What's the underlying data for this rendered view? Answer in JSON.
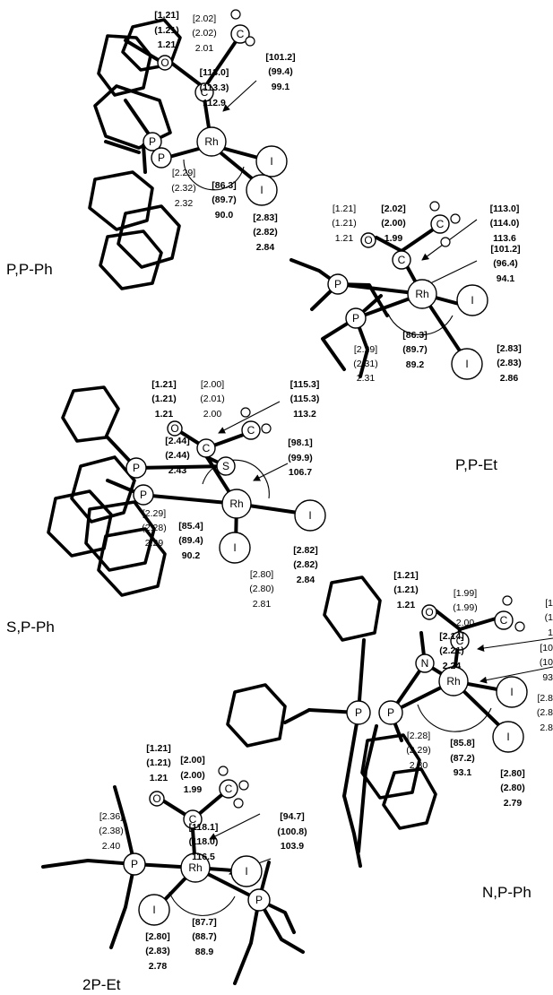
{
  "complexes": {
    "ppph": {
      "name": "P,P-Ph",
      "atoms": {
        "o": "O",
        "c1": "C",
        "c2": "C",
        "rh": "Rh",
        "p1": "P",
        "p2": "P",
        "i1": "I",
        "i2": "I"
      },
      "v": {
        "co": [
          "[1.21]",
          "(1.21)",
          "1.21"
        ],
        "cc": [
          "[2.02]",
          "(2.02)",
          "2.01"
        ],
        "ang1": [
          "[113.0]",
          "(113.3)",
          "112.9"
        ],
        "ang2": [
          "[101.2]",
          "(99.4)",
          "99.1"
        ],
        "rhp": [
          "[2.29]",
          "(2.32)",
          "2.32"
        ],
        "pang": [
          "[86.3]",
          "(89.7)",
          "90.0"
        ],
        "rhi": [
          "[2.83]",
          "(2.82)",
          "2.84"
        ]
      }
    },
    "ppet": {
      "name": "P,P-Et",
      "atoms": {
        "o": "O",
        "c1": "C",
        "c2": "C",
        "rh": "Rh",
        "p1": "P",
        "p2": "P",
        "i1": "I",
        "i2": "I"
      },
      "v": {
        "co": [
          "[1.21]",
          "(1.21)",
          "1.21"
        ],
        "cc": [
          "[2.02]",
          "(2.00)",
          "1.99"
        ],
        "ang1": [
          "[113.0]",
          "(114.0)",
          "113.6"
        ],
        "ang2": [
          "[101.2]",
          "(96.4)",
          "94.1"
        ],
        "rhp": [
          "[2.29]",
          "(2.31)",
          "2.31"
        ],
        "pang": [
          "[86.3]",
          "(89.7)",
          "89.2"
        ],
        "rhi": [
          "[2.83]",
          "(2.83)",
          "2.86"
        ]
      }
    },
    "spph": {
      "name": "S,P-Ph",
      "atoms": {
        "o": "O",
        "c1": "C",
        "c2": "C",
        "rh": "Rh",
        "p1": "P",
        "p2": "P",
        "s": "S",
        "i1": "I",
        "i2": "I"
      },
      "v": {
        "co": [
          "[1.21]",
          "(1.21)",
          "1.21"
        ],
        "cc": [
          "[2.00]",
          "(2.01)",
          "2.00"
        ],
        "ang1": [
          "[115.3]",
          "(115.3)",
          "113.2"
        ],
        "rhs": [
          "[2.44]",
          "(2.44)",
          "2.43"
        ],
        "ang2": [
          "[98.1]",
          "(99.9)",
          "106.7"
        ],
        "rhp": [
          "[2.29]",
          "(2.28)",
          "2.29"
        ],
        "pang": [
          "[85.4]",
          "(89.4)",
          "90.2"
        ],
        "rhi1": [
          "[2.80]",
          "(2.80)",
          "2.81"
        ],
        "rhi2": [
          "[2.82]",
          "(2.82)",
          "2.84"
        ]
      }
    },
    "npph": {
      "name": "N,P-Ph",
      "atoms": {
        "o": "O",
        "c1": "C",
        "c2": "C",
        "rh": "Rh",
        "p1": "P",
        "p2": "P",
        "n": "N",
        "i1": "I",
        "i2": "I"
      },
      "v": {
        "co": [
          "[1.21]",
          "(1.21)",
          "1.21"
        ],
        "cc": [
          "[1.99]",
          "(1.99)",
          "2.00"
        ],
        "ang1": [
          "[1",
          "(1",
          "1"
        ],
        "rhn": [
          "[2.14]",
          "(2.21)",
          "2.24"
        ],
        "ang2": [
          "[10",
          "(10",
          "93"
        ],
        "rhi1": [
          "[2.8",
          "(2.8",
          "2.8"
        ],
        "rhp": [
          "[2.28]",
          "(2.29)",
          "2.30"
        ],
        "pang": [
          "[85.8]",
          "(87.2)",
          "93.1"
        ],
        "rhi2": [
          "[2.80]",
          "(2.80)",
          "2.79"
        ]
      }
    },
    "p2et": {
      "name": "2P-Et",
      "atoms": {
        "o": "O",
        "c1": "C",
        "c2": "C",
        "rh": "Rh",
        "p1": "P",
        "p2": "P",
        "i1": "I",
        "i2": "I"
      },
      "v": {
        "co": [
          "[1.21]",
          "(1.21)",
          "1.21"
        ],
        "cc": [
          "[2.00]",
          "(2.00)",
          "1.99"
        ],
        "ang1": [
          "[118.1]",
          "(118.0)",
          "116.5"
        ],
        "ang2": [
          "[94.7]",
          "(100.8)",
          "103.9"
        ],
        "rhp": [
          "[2.36]",
          "(2.38)",
          "2.40"
        ],
        "pang": [
          "[87.7]",
          "(88.7)",
          "88.9"
        ],
        "rhi": [
          "[2.80]",
          "(2.83)",
          "2.78"
        ]
      }
    }
  }
}
